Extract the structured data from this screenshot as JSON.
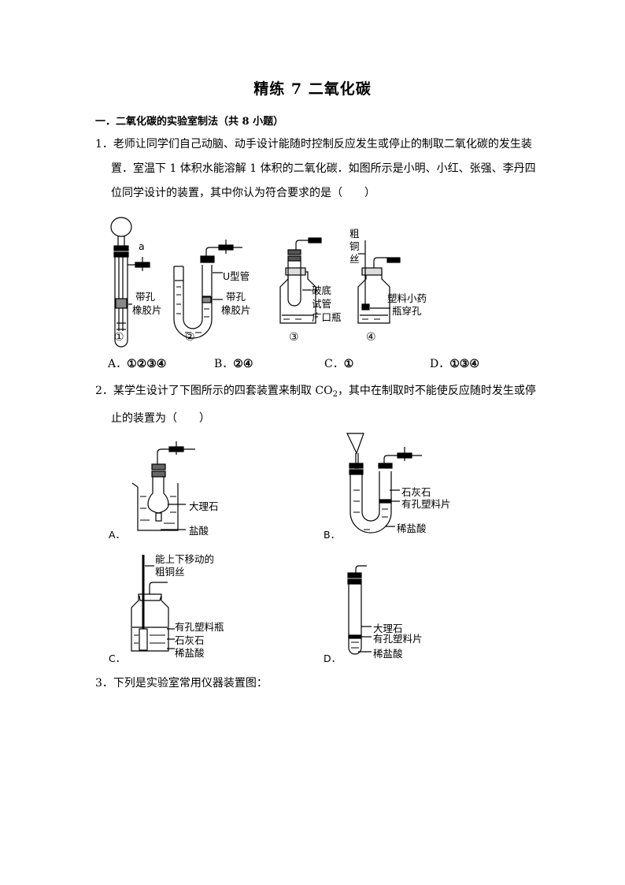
{
  "document": {
    "title": "精练 7 二氧化碳",
    "section_heading": "一．二氧化碳的实验室制法（共 8 小题）"
  },
  "questions": [
    {
      "number": "1．",
      "lines": [
        "老师让同学们自己动脑、动手设计能随时控制反应发生或停止的制取二氧化碳的发生装",
        "置．室温下 1 体积水能溶解 1 体积的二氧化碳．如图所示是小明、小红、张强、李丹四",
        "位同学设计的装置，其中你认为符合要求的是（　　）"
      ],
      "figure": {
        "apparatus": [
          {
            "id": "①",
            "labels": [
              "a",
              "带孔",
              "橡胶片"
            ]
          },
          {
            "id": "②",
            "labels": [
              "U型管",
              "带孔",
              "橡胶片"
            ]
          },
          {
            "id": "③",
            "labels": [
              "破底",
              "试管",
              "广口瓶"
            ]
          },
          {
            "id": "④",
            "labels": [
              "粗",
              "铜",
              "丝",
              "塑料小药",
              "瓶穿孔"
            ]
          }
        ]
      },
      "options": [
        {
          "letter": "A．",
          "text": "①②③④"
        },
        {
          "letter": "B．",
          "text": "②④"
        },
        {
          "letter": "C．",
          "text": "①"
        },
        {
          "letter": "D．",
          "text": "①③④"
        }
      ]
    },
    {
      "number": "2．",
      "line1_before": "某学生设计了下图所示的四套装置来制取 CO",
      "line1_sub": "2",
      "line1_after": "，其中在制取时不能使反应随时发生或停",
      "line2": "止的装置为（　　）",
      "figures": [
        {
          "letter": "A．",
          "labels": [
            "大理石",
            "盐酸"
          ]
        },
        {
          "letter": "B．",
          "labels": [
            "石灰石",
            "有孔塑料片",
            "稀盐酸"
          ]
        },
        {
          "letter": "C．",
          "labels": [
            "能上下移动的",
            "粗铜丝",
            "有孔塑料瓶",
            "石灰石",
            "稀盐酸"
          ]
        },
        {
          "letter": "D．",
          "labels": [
            "大理石",
            "有孔塑料片",
            "稀盐酸"
          ]
        }
      ]
    },
    {
      "number": "3．",
      "text": "下列是实验室常用仪器装置图："
    }
  ]
}
